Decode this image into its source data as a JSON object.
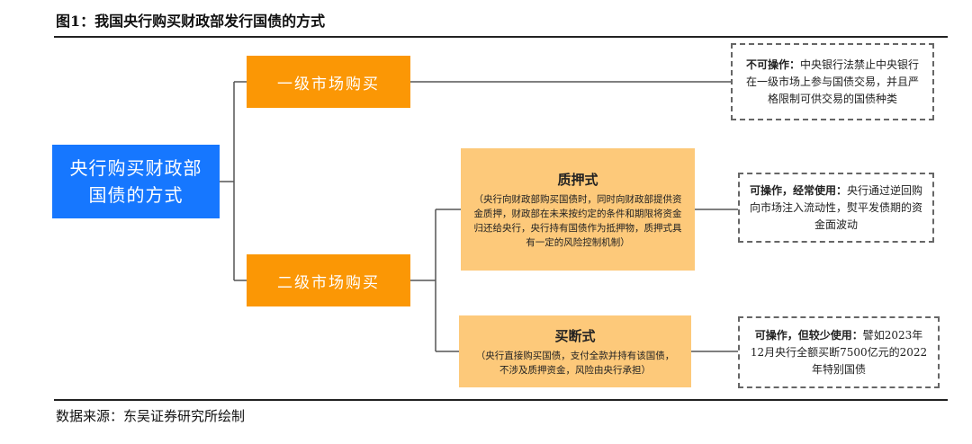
{
  "title": "图1：我国央行购买财政部发行国债的方式",
  "source": "数据来源：东吴证券研究所绘制",
  "root": {
    "line1": "央行购买财政部",
    "line2": "国债的方式"
  },
  "primary_market": {
    "label": "一级市场购买"
  },
  "secondary_market": {
    "label": "二级市场购买"
  },
  "pledge": {
    "title": "质押式",
    "description": "（央行向财政部购买国债时，同时向财政部提供资金质押，财政部在未来按约定的条件和期限将资金归还给央行，央行持有国债作为抵押物，质押式具有一定的风险控制机制）"
  },
  "outright": {
    "title": "买断式",
    "description": "（央行直接购买国债，支付全款并持有该国债，不涉及质押资金，风险由央行承担）"
  },
  "notes": {
    "primary": {
      "lead": "不可操作：",
      "text": "中央银行法禁止中央银行在一级市场上参与国债交易，并且严格限制可供交易的国债种类"
    },
    "pledge": {
      "lead": "可操作，经常使用：",
      "text": "央行通过逆回购向市场注入流动性，熨平发债期的资金面波动"
    },
    "outright": {
      "lead": "可操作，但较少使用：",
      "text": "譬如2023年12月央行全额买断7500亿元的2022年特别国债"
    }
  },
  "colors": {
    "root": "#1677ff",
    "market": "#fb9705",
    "method": "#fdc97a",
    "connector": "#555555",
    "note_border": "#666666"
  }
}
